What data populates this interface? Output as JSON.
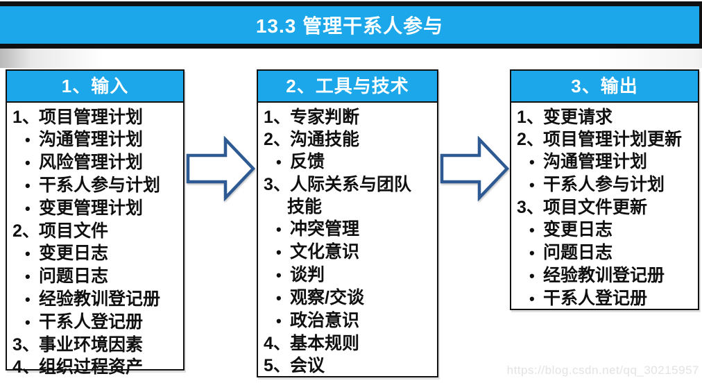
{
  "header": {
    "title": "13.3 管理干系人参与"
  },
  "boxes": [
    {
      "id": "inputs",
      "title": "1、输入",
      "lines": [
        {
          "type": "num",
          "marker": "1、",
          "text": "项目管理计划"
        },
        {
          "type": "bullet",
          "marker": "•",
          "text": "沟通管理计划"
        },
        {
          "type": "bullet",
          "marker": "•",
          "text": "风险管理计划"
        },
        {
          "type": "bullet",
          "marker": "•",
          "text": "干系人参与计划"
        },
        {
          "type": "bullet",
          "marker": "•",
          "text": "变更管理计划"
        },
        {
          "type": "num",
          "marker": "2、",
          "text": "项目文件"
        },
        {
          "type": "bullet",
          "marker": "•",
          "text": "变更日志"
        },
        {
          "type": "bullet",
          "marker": "•",
          "text": "问题日志"
        },
        {
          "type": "bullet",
          "marker": "•",
          "text": "经验教训登记册"
        },
        {
          "type": "bullet",
          "marker": "•",
          "text": "干系人登记册"
        },
        {
          "type": "num",
          "marker": "3、",
          "text": "事业环境因素"
        },
        {
          "type": "num",
          "marker": "4、",
          "text": "组织过程资产"
        }
      ]
    },
    {
      "id": "tools",
      "title": "2、工具与技术",
      "lines": [
        {
          "type": "num",
          "marker": "1、",
          "text": "专家判断"
        },
        {
          "type": "num",
          "marker": "2、",
          "text": "沟通技能"
        },
        {
          "type": "bullet",
          "marker": "•",
          "text": "反馈"
        },
        {
          "type": "num",
          "marker": "3、",
          "text": "人际关系与团队"
        },
        {
          "type": "cont",
          "marker": "",
          "text": "技能"
        },
        {
          "type": "bullet",
          "marker": "•",
          "text": "冲突管理"
        },
        {
          "type": "bullet",
          "marker": "•",
          "text": "文化意识"
        },
        {
          "type": "bullet",
          "marker": "•",
          "text": "谈判"
        },
        {
          "type": "bullet",
          "marker": "•",
          "text": "观察/交谈"
        },
        {
          "type": "bullet",
          "marker": "•",
          "text": "政治意识"
        },
        {
          "type": "num",
          "marker": "4、",
          "text": "基本规则"
        },
        {
          "type": "num",
          "marker": "5、",
          "text": "会议"
        }
      ]
    },
    {
      "id": "outputs",
      "title": "3、输出",
      "lines": [
        {
          "type": "num",
          "marker": "1、",
          "text": "变更请求"
        },
        {
          "type": "num",
          "marker": "2、",
          "text": "项目管理计划更新"
        },
        {
          "type": "bullet",
          "marker": "•",
          "text": "沟通管理计划"
        },
        {
          "type": "bullet",
          "marker": "•",
          "text": "干系人参与计划"
        },
        {
          "type": "num",
          "marker": "3、",
          "text": "项目文件更新"
        },
        {
          "type": "bullet",
          "marker": "•",
          "text": "变更日志"
        },
        {
          "type": "bullet",
          "marker": "•",
          "text": "问题日志"
        },
        {
          "type": "bullet",
          "marker": "•",
          "text": "经验教训登记册"
        },
        {
          "type": "bullet",
          "marker": "•",
          "text": "干系人登记册"
        }
      ]
    }
  ],
  "watermark": "https://blog.csdn.net/qq_30215957",
  "colors": {
    "accent_blue": "#1BA7E9",
    "arrow_outline": "#2E5A94",
    "border_black": "#101010",
    "watermark_gray": "#e3e3e3"
  }
}
